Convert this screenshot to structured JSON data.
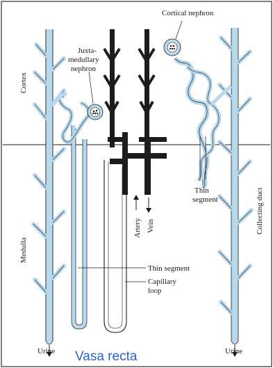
{
  "labels": {
    "cortical_nephron": "Cortical nephron",
    "juxta_line1": "Juxta-",
    "juxta_line2": "medullary",
    "juxta_line3": "nephron",
    "cortex": "Cortex",
    "medulla": "Medulla",
    "thin_segment_right_line1": "Thin",
    "thin_segment_right_line2": "segment",
    "artery": "Artery",
    "vein": "Vein",
    "collecting_duct": "Collecting duct",
    "thin_segment_bottom": "Thin segment",
    "capillary_line1": "Capillary",
    "capillary_line2": "loop",
    "urine_left": "Urine",
    "urine_right": "Urine",
    "caption": "Vasa recta"
  },
  "colors": {
    "duct_blue": "#b8d8ec",
    "outline": "#1a1a1a",
    "vessel_dark": "#1c1c1c",
    "caption_blue": "#2f5fd0",
    "frame": "#555555"
  }
}
